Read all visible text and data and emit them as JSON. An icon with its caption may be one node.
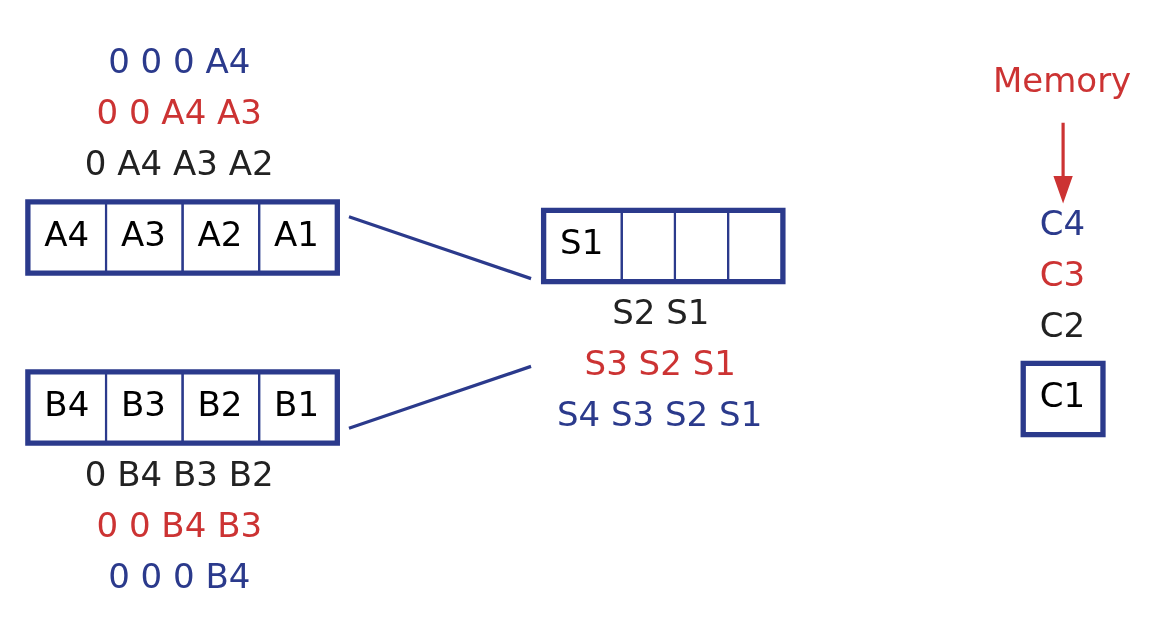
{
  "diagram": {
    "nodes": [
      {
        "text": [
          "A4",
          "A3",
          "A2",
          "A1"
        ],
        "beside": [
          "0 0 0 A4",
          "0 0 A4 A3",
          "0 A4 A3 A2"
        ]
      },
      {
        "text": [
          "B4",
          "B3",
          "B2",
          "B1"
        ],
        "beside": [
          "0 B4 B3 B2",
          "0 0 B4 B3",
          "0 0 0 B4"
        ]
      },
      {
        "text": [
          "S1"
        ],
        "beside": [
          "S2 S1",
          "S3 S2 S1",
          "S4 S3 S2 S1"
        ]
      },
      {
        "text": [
          "C1"
        ],
        "beside": [
          "C4",
          "C3",
          "C2"
        ]
      },
      {
        "text": [
          "Memory"
        ]
      }
    ],
    "edges": [
      {
        "from": 0,
        "to": 2,
        "arrow": "none"
      },
      {
        "from": 1,
        "to": 2,
        "arrow": "none"
      },
      {
        "from": 4,
        "to": 3,
        "arrow": "to",
        "color": "#cc3333"
      }
    ]
  }
}
